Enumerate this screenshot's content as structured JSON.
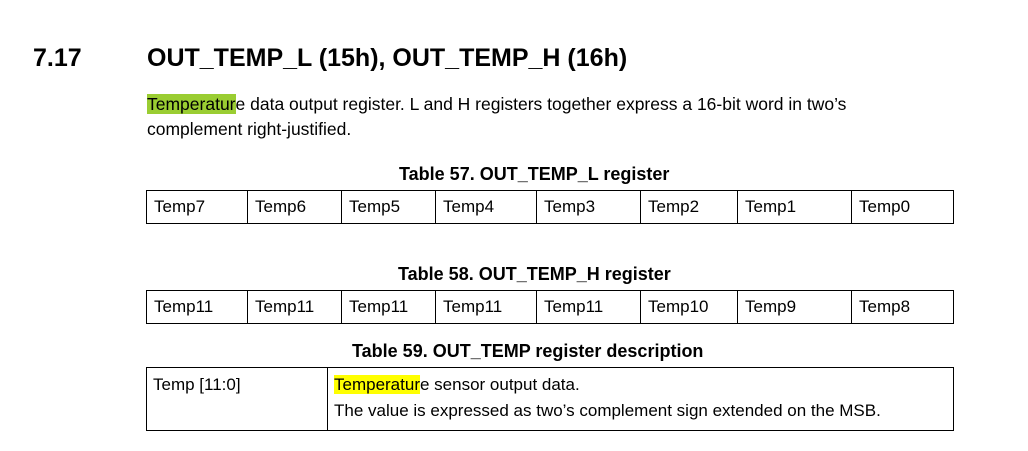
{
  "section": {
    "number": "7.17",
    "title": "OUT_TEMP_L (15h), OUT_TEMP_H (16h)"
  },
  "intro": {
    "highlight": "Temperatur",
    "rest_line1": "e data output register. L and H registers together express a 16-bit word in two’s",
    "line2": "complement right-justified."
  },
  "table57": {
    "caption": "Table 57. OUT_TEMP_L register",
    "cells": [
      "Temp7",
      "Temp6",
      "Temp5",
      "Temp4",
      "Temp3",
      "Temp2",
      "Temp1",
      "Temp0"
    ]
  },
  "table58": {
    "caption": "Table 58. OUT_TEMP_H register",
    "cells": [
      "Temp11",
      "Temp11",
      "Temp11",
      "Temp11",
      "Temp11",
      "Temp10",
      "Temp9",
      "Temp8"
    ]
  },
  "table59": {
    "caption": "Table 59. OUT_TEMP register description",
    "field": "Temp [11:0]",
    "desc_highlight": "Temperatur",
    "desc_rest": "e sensor output data.",
    "desc_line2": "The value is expressed as two’s complement sign extended on the MSB."
  },
  "colors": {
    "highlight_green": "#9acd32",
    "highlight_yellow": "#ffff00"
  }
}
